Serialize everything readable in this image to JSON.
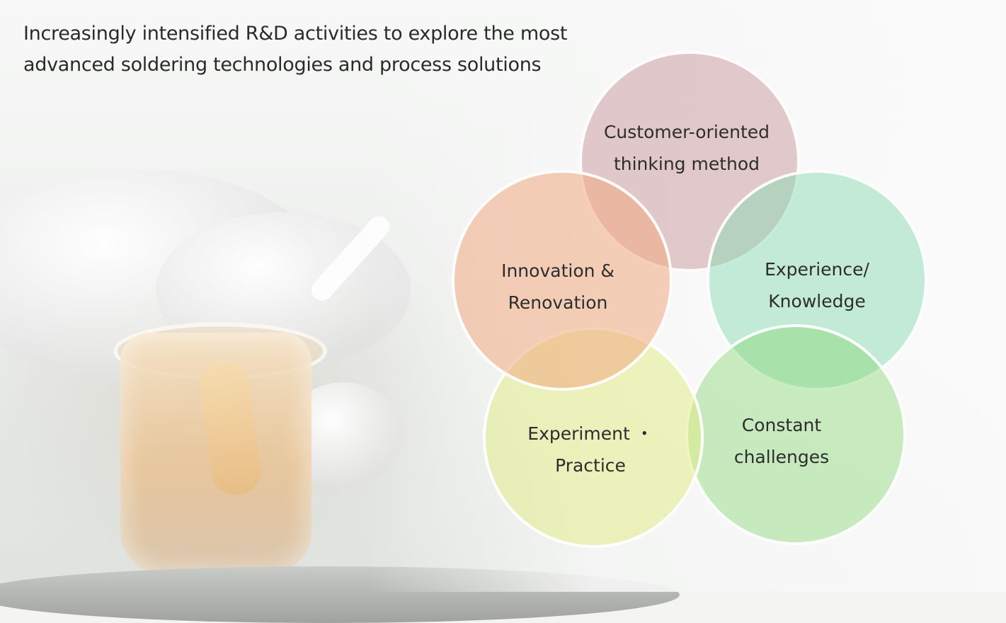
{
  "headline": {
    "line1": "Increasingly intensified R&D activities to explore the most",
    "line2": "advanced soldering technologies and process solutions"
  },
  "circles": {
    "customer": {
      "line1": "Customer-oriented",
      "line2": "thinking method",
      "color": "#cda0a5"
    },
    "experience": {
      "line1": "Experience/",
      "line2": "Knowledge",
      "color": "#8cdcb4"
    },
    "innovation": {
      "line1": "Innovation &",
      "line2": "Renovation",
      "color": "#f0aa82"
    },
    "experiment": {
      "line1": "Experiment ・",
      "line2": "Practice",
      "color": "#e1eb82"
    },
    "constant": {
      "line1": "Constant",
      "line2": "challenges",
      "color": "#8cd778"
    }
  }
}
